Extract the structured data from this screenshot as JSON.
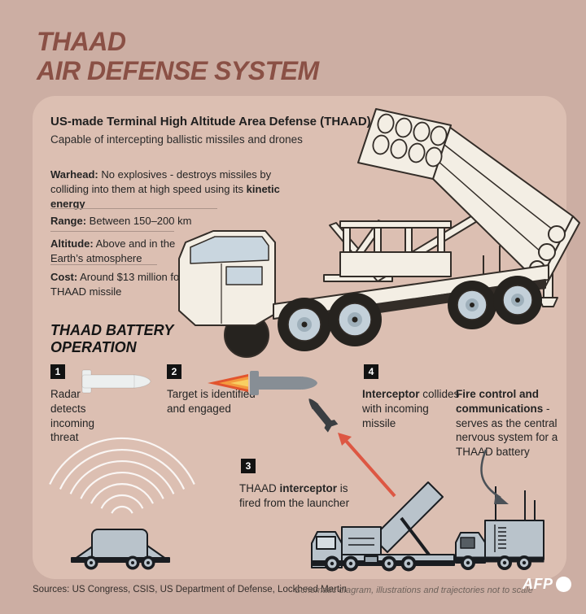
{
  "title": {
    "line1": "THAAD",
    "line2": "AIR DEFENSE SYSTEM"
  },
  "intro": {
    "heading": "US-made Terminal High Altitude Area Defense (THAAD)",
    "subheading": "Capable of intercepting ballistic missiles and drones"
  },
  "specs": [
    {
      "label": "Warhead:",
      "text": " No explosives - destroys missiles by colliding into them at high speed using its ",
      "bold_tail": "kinetic energy"
    },
    {
      "label": "Range:",
      "text": " Between 150–200 km"
    },
    {
      "label": "Altitude:",
      "text": " Above and in the Earth’s atmosphere"
    },
    {
      "label": "Cost:",
      "text": " Around $13 million for each THAAD missile"
    }
  ],
  "battery": {
    "heading": "THAAD BATTERY OPERATION",
    "steps": [
      {
        "num": "1",
        "text": "Radar detects incoming threat"
      },
      {
        "num": "2",
        "text": "Target is identified and engaged"
      },
      {
        "num": "3",
        "pre": "THAAD ",
        "bold": "interceptor",
        "post": " is fired from the launcher"
      },
      {
        "num": "4",
        "bold": "Interceptor",
        "post": " collides with incoming missile"
      }
    ],
    "fire_control": {
      "bold": "Fire control and communications",
      "post": " - serves as the central nervous system for a THAAD battery"
    }
  },
  "footer": {
    "sources": "Sources: US Congress, CSIS, US Department of Defense, Lockheed Martin",
    "note": "Schematic diagram, illustrations and trajectories not to scale",
    "logo_text": "AFP"
  },
  "colors": {
    "background": "#ccaea3",
    "panel": "#dcbfb2",
    "title": "#8a5045",
    "text": "#242424",
    "badge": "#121212",
    "trajectory_red": "#dd5743",
    "flame_red": "#e2542e",
    "flame_orange": "#f49b3e",
    "flame_yellow": "#f8cf62",
    "target_missile_gray": "#878e95",
    "interceptor_dark": "#3a3e42",
    "small_truck_gray": "#b9c3cb",
    "illustration_cream": "#f3eee4"
  }
}
